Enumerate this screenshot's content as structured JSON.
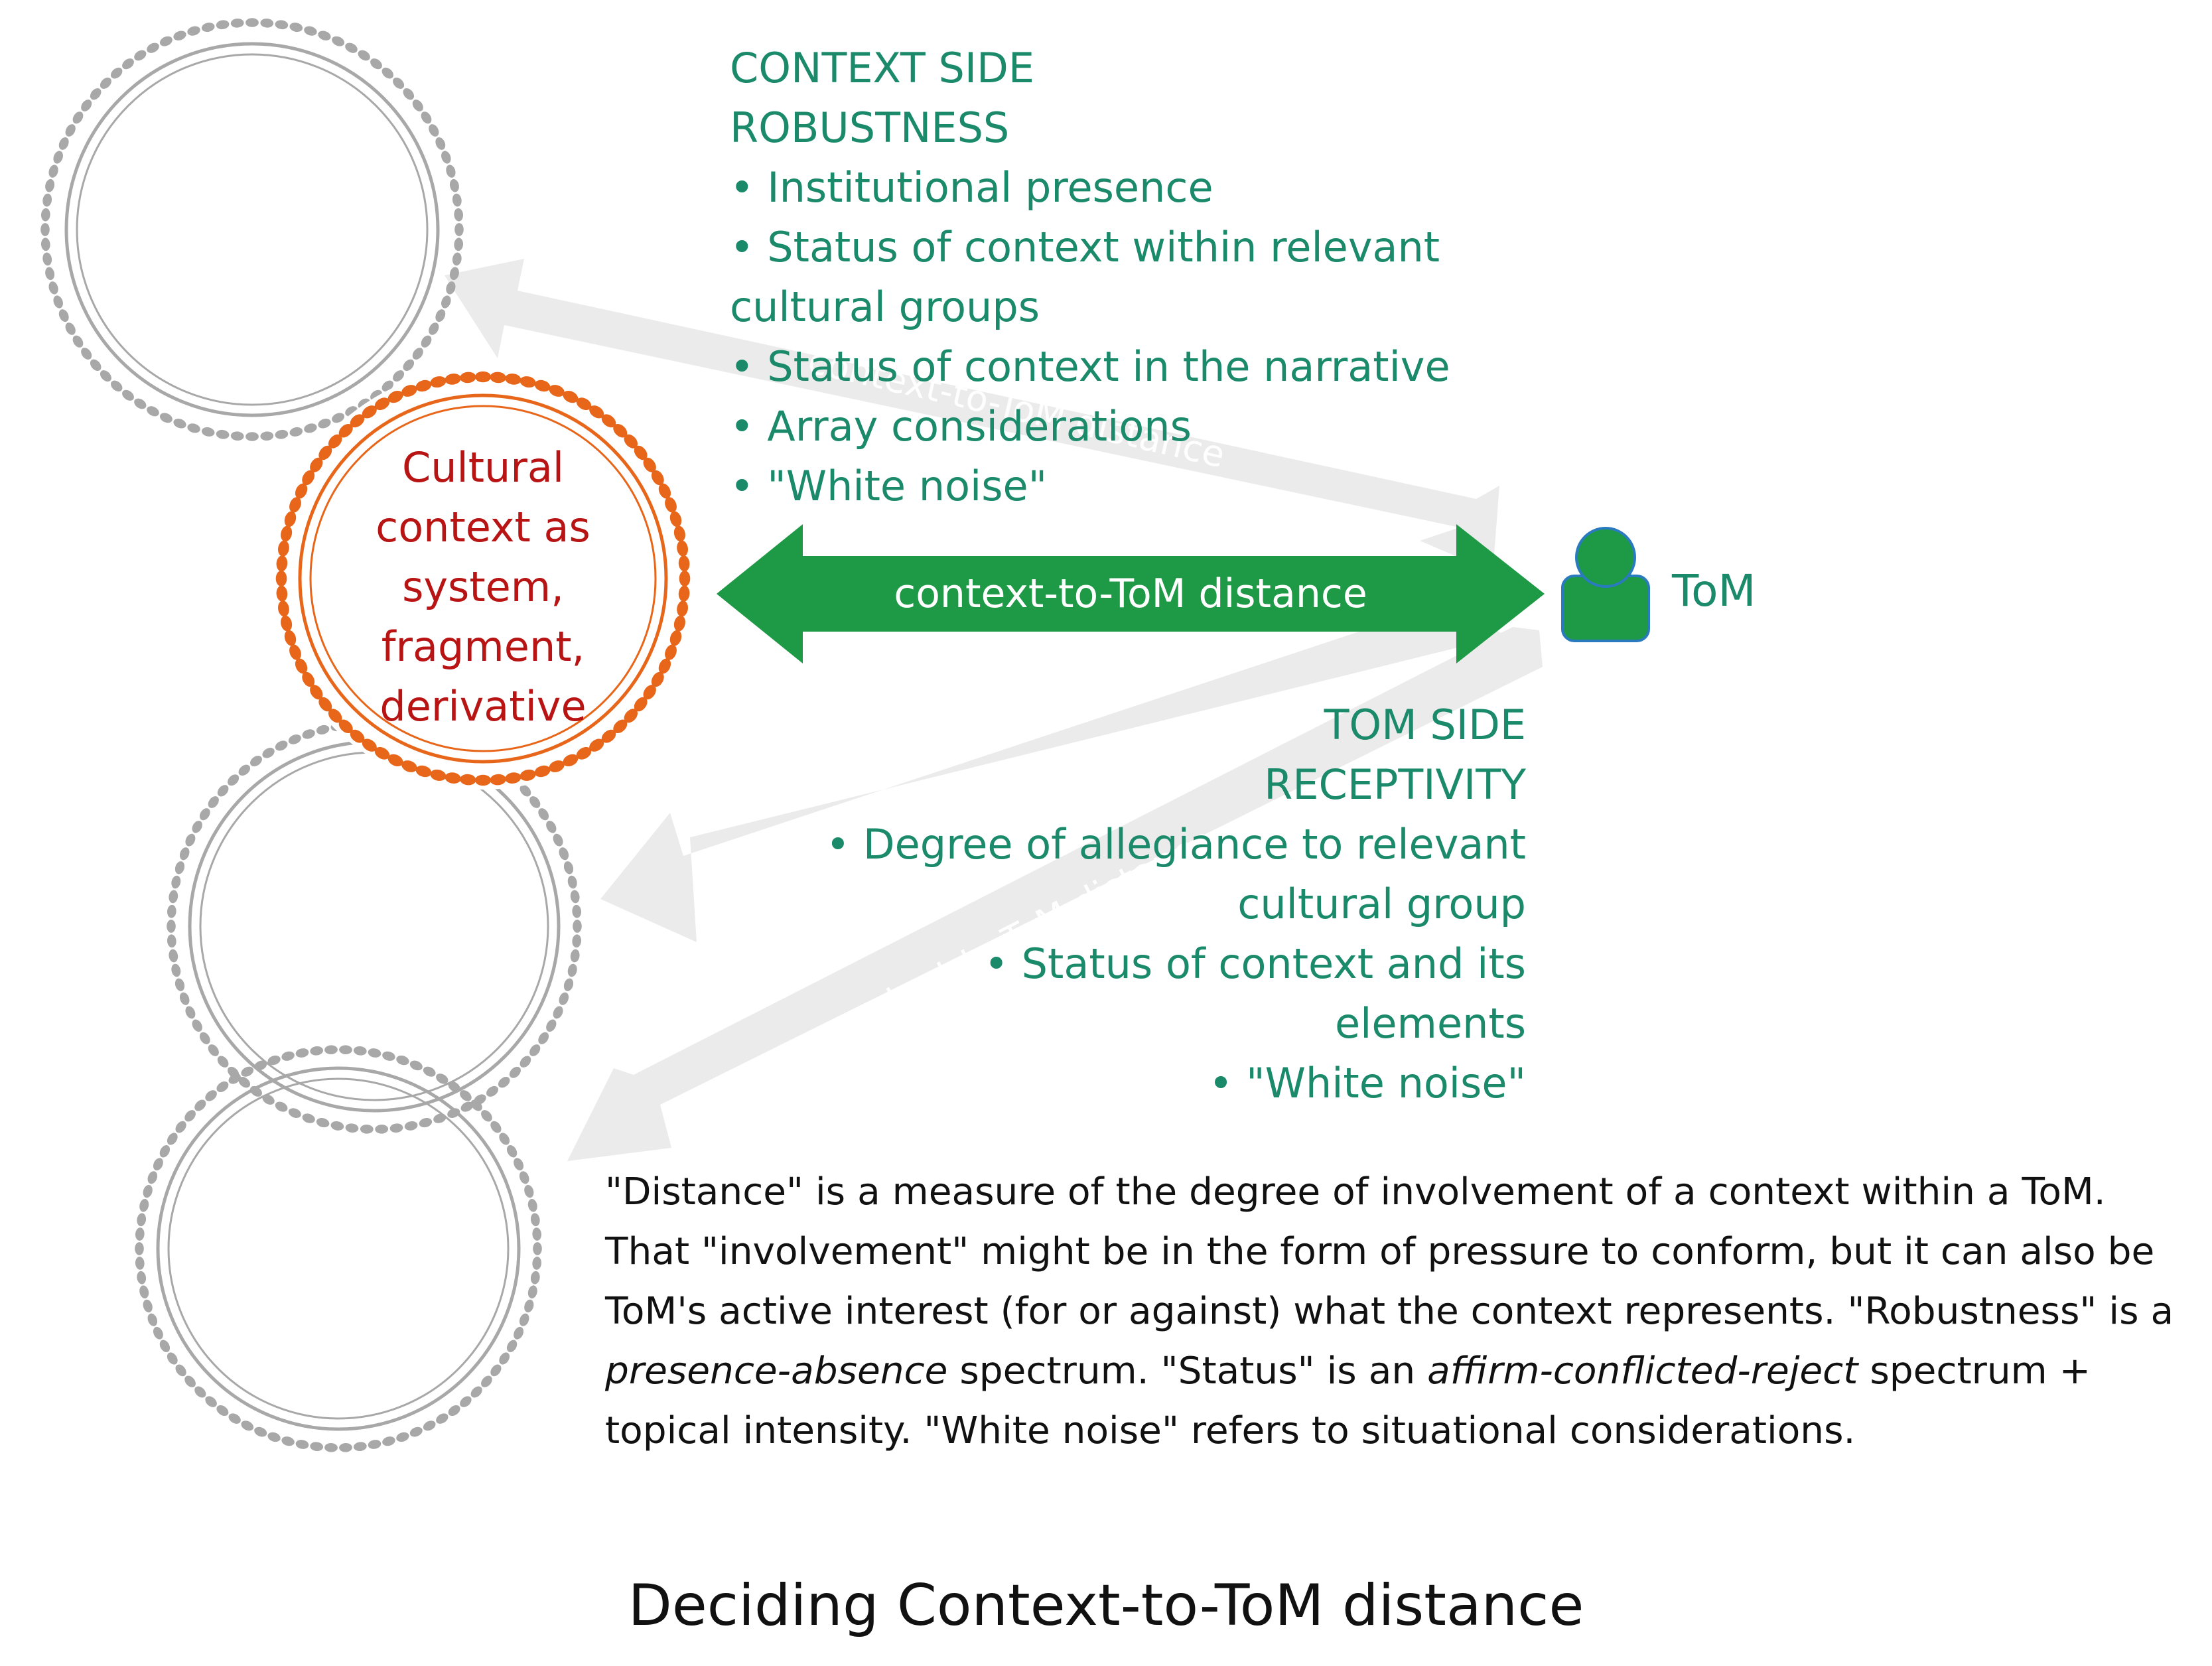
{
  "context_side": {
    "title_line1": "CONTEXT SIDE",
    "title_line2": "ROBUSTNESS",
    "bullets": [
      "• Institutional presence",
      "• Status of context within relevant",
      "cultural groups",
      "• Status of context in the narrative",
      "• Array considerations",
      "• \"White noise\""
    ]
  },
  "tom_side": {
    "title_line1": "TOM SIDE",
    "title_line2": "RECEPTIVITY",
    "bullets": [
      "• Degree of allegiance to relevant",
      "cultural group",
      "• Status of context and its",
      "elements",
      "• \"White noise\""
    ]
  },
  "center_context": {
    "lines": [
      "Cultural",
      "context as",
      "system,",
      "fragment,",
      "derivative"
    ]
  },
  "tom_node": {
    "label": "ToM",
    "icon": "person-icon"
  },
  "main_arrow": {
    "label": "context-to-ToM distance"
  },
  "faint_arrows": {
    "upper_label": "context-to-ToM distance",
    "middle_label": "context-to-ToM distance",
    "lower_label": "context-to-ToM distance"
  },
  "description": {
    "part1": "\"Distance\" is a measure of the degree of involvement of a context within a ToM. That \"involvement\" might be in the form of pressure to conform, but it can also be ToM's active interest (for or against) what the context represents. \"Robustness\" is a ",
    "em1": "presence-absence",
    "part2": " spectrum. \"Status\" is an ",
    "em2": "affirm-conflicted-reject",
    "part3": " spectrum + topical intensity. \"White noise\" refers to situational considerations."
  },
  "caption": "Deciding Context-to-ToM distance",
  "colors": {
    "green_text": "#1a8a6a",
    "green_arrow": "#1e9a46",
    "orange": "#e8661a",
    "red_text": "#b81414",
    "grey_circle": "#a8a8a8",
    "faint_arrow": "#ebebeb"
  }
}
